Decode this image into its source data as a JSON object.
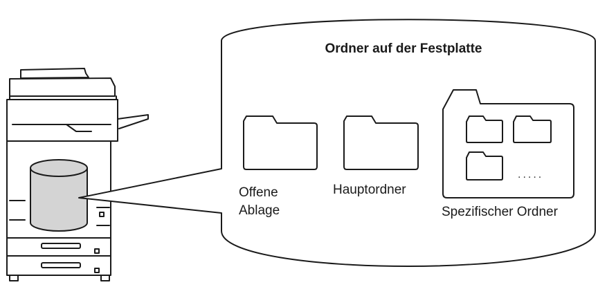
{
  "diagram": {
    "title": "Ordner auf der Festplatte",
    "folders": [
      {
        "label_line1": "Offene",
        "label_line2": "Ablage"
      },
      {
        "label": "Hauptordner"
      },
      {
        "label": "Spezifischer Ordner",
        "ellipsis": "....."
      }
    ],
    "colors": {
      "stroke": "#1a1a1a",
      "disk_fill": "#d4d4d4",
      "background": "#ffffff"
    }
  }
}
